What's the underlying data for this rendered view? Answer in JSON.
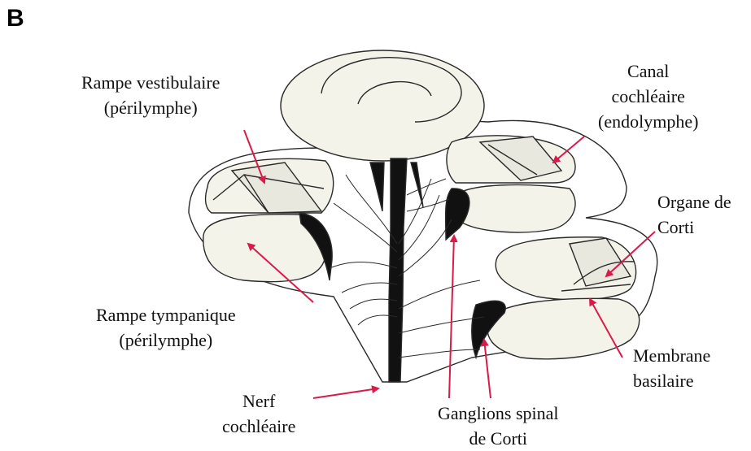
{
  "panel_letter": "B",
  "labels": {
    "rampe_vestibulaire": [
      "Rampe vestibulaire",
      "(périlymphe)"
    ],
    "canal_cochleaire": [
      "Canal",
      "cochléaire",
      "(endolymphe)"
    ],
    "organe_corti": [
      "Organe de",
      "Corti"
    ],
    "rampe_tympanique": [
      "Rampe tympanique",
      "(périlymphe)"
    ],
    "membrane_basilaire": [
      "Membrane",
      "basilaire"
    ],
    "nerf_cochleaire": [
      "Nerf",
      "cochléaire"
    ],
    "ganglions": [
      "Ganglions spinal",
      "de Corti"
    ]
  },
  "colors": {
    "arrow": "#d81b4a",
    "fill": "#f4f3ea",
    "outline": "#2a2a2a"
  }
}
